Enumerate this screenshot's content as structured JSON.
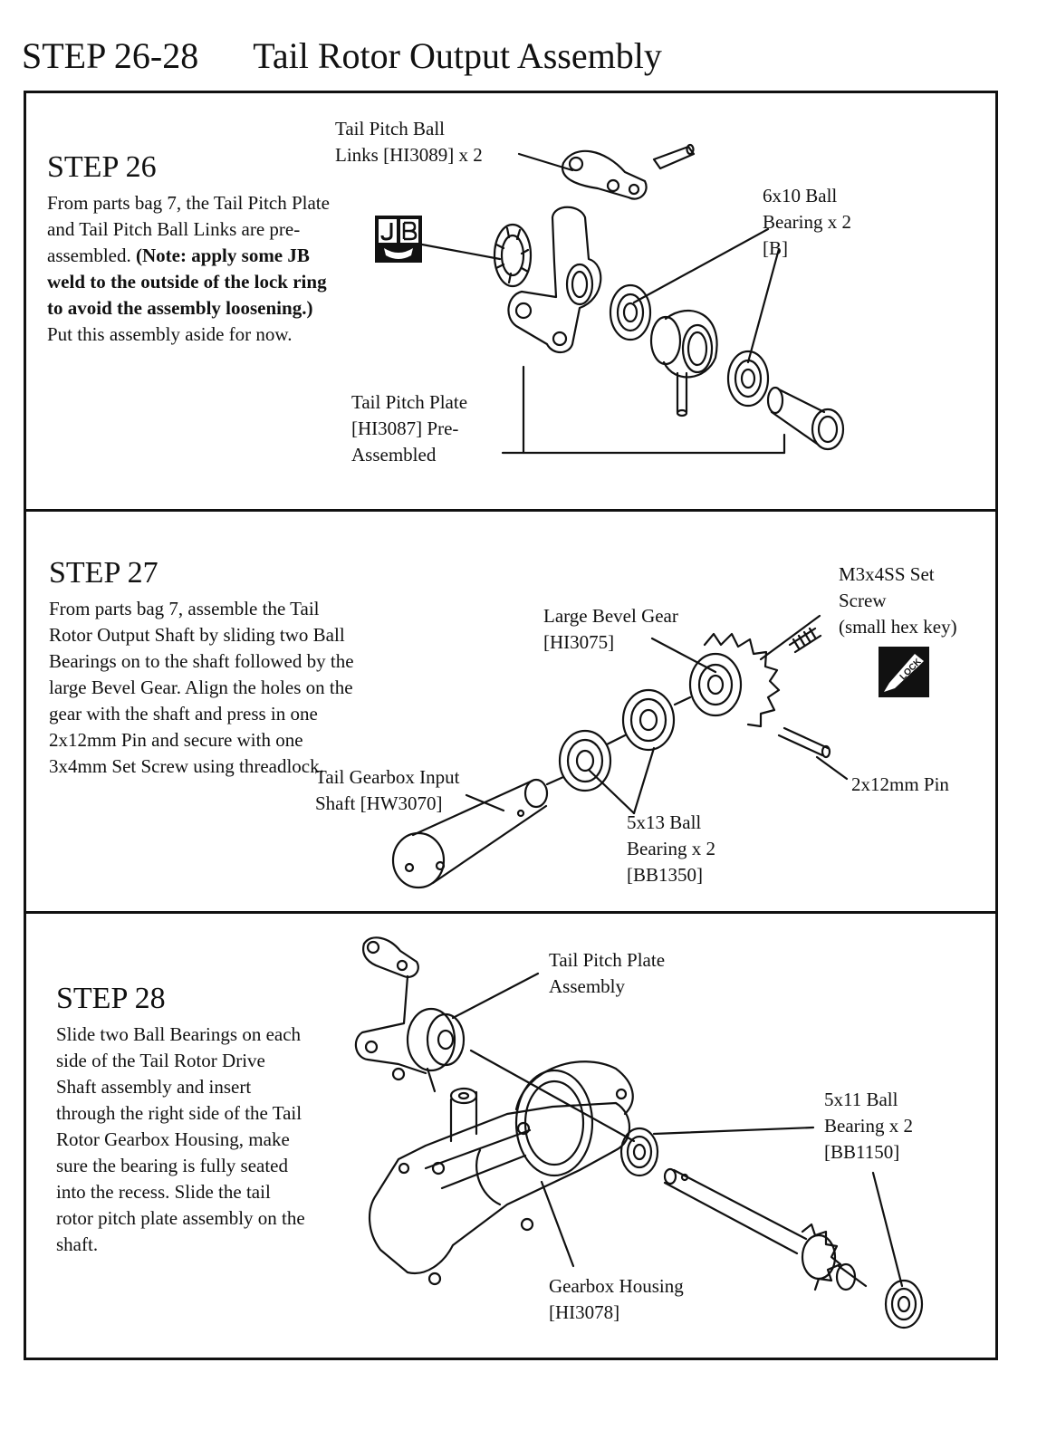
{
  "header": {
    "step_range": "STEP 26-28",
    "title": "Tail Rotor Output Assembly"
  },
  "step26": {
    "heading": "STEP 26",
    "text_intro": "From parts bag 7, the Tail Pitch Plate and Tail Pitch Ball Links are pre-assembled. ",
    "text_note": "(Note: apply some JB weld to the outside of the lock ring to avoid the assembly loosening.)",
    "text_end": " Put this assembly aside for now.",
    "badge_text": "JB",
    "labels": {
      "ball_links": "Tail Pitch Ball\nLinks [HI3089] x 2",
      "bearing": "6x10 Ball\nBearing x 2\n[B]",
      "pitch_plate": "Tail Pitch Plate\n[HI3087]  Pre-\nAssembled"
    }
  },
  "step27": {
    "heading": "STEP 27",
    "text": "From parts bag 7,  assemble the Tail Rotor Output Shaft by sliding two Ball Bearings on to the shaft  followed by the large Bevel Gear.  Align the holes on the gear with the shaft and press in one 2x12mm Pin and secure with one 3x4mm Set Screw using threadlock.",
    "badge_text": "LOCK",
    "labels": {
      "bevel_gear": "Large Bevel Gear\n[HI3075]",
      "set_screw": "M3x4SS Set\nScrew\n(small hex key)",
      "input_shaft": "Tail Gearbox Input\nShaft [HW3070]",
      "bearing": "5x13 Ball\nBearing x 2\n[BB1350]",
      "pin": "2x12mm Pin"
    }
  },
  "step28": {
    "heading": "STEP 28",
    "text": "Slide two Ball Bearings on each side of the Tail Rotor Drive Shaft assembly  and insert through the right side of the Tail Rotor Gearbox Housing, make sure the bearing is fully seated into the recess.  Slide the tail rotor pitch plate assembly on the shaft.",
    "labels": {
      "pitch_plate_assembly": "Tail Pitch Plate\nAssembly",
      "bearing": "5x11 Ball\nBearing x 2\n[BB1150]",
      "housing": "Gearbox Housing\n[HI3078]"
    }
  }
}
